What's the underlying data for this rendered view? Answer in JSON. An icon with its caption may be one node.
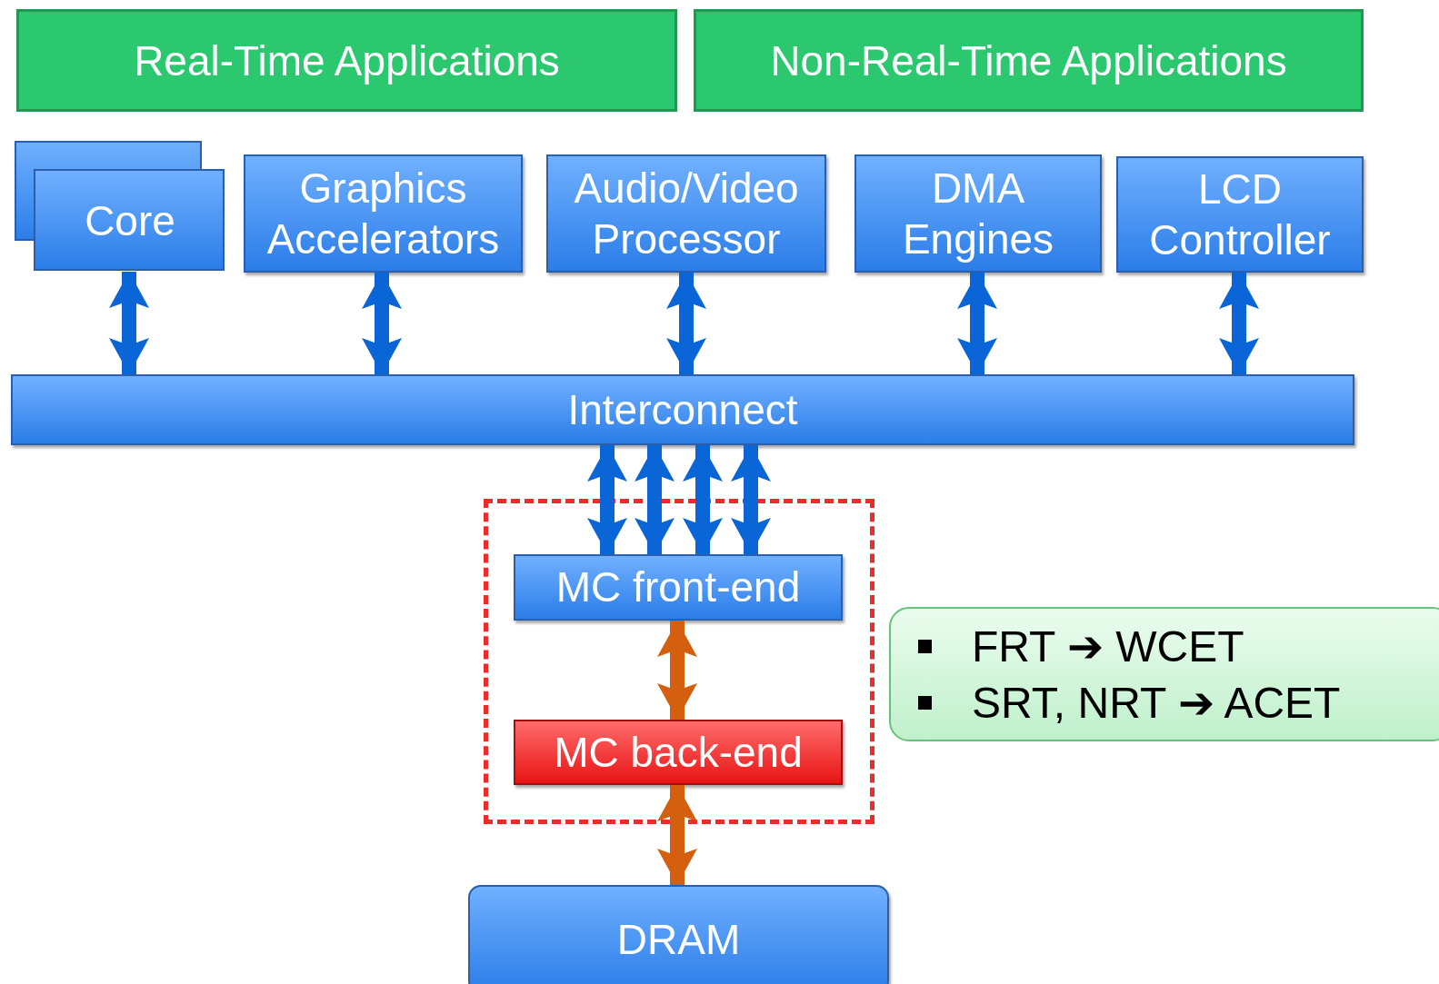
{
  "diagram": {
    "nodes": [
      {
        "text": [
          "Real-Time Applications"
        ]
      },
      {
        "text": [
          "Non-Real-Time Applications"
        ]
      },
      {
        "text": [
          "Core"
        ]
      },
      {
        "text": [
          "Graphics Accelerators"
        ]
      },
      {
        "text": [
          "Audio/Video Processor"
        ]
      },
      {
        "text": [
          "DMA Engines"
        ]
      },
      {
        "text": [
          "LCD Controller"
        ]
      },
      {
        "text": [
          "Interconnect"
        ]
      },
      {
        "text": [],
        "shape": "box"
      },
      {
        "text": [
          "MC front-end"
        ],
        "in": 8
      },
      {
        "text": [
          "MC back-end"
        ],
        "in": 8
      },
      {
        "text": [
          "DRAM"
        ]
      },
      {
        "text": [
          "FRT ➔ WCET",
          "SRT, NRT ➔ ACET"
        ]
      }
    ],
    "edges": [
      {
        "from": 2,
        "to": 7,
        "arrow": "both"
      },
      {
        "from": 3,
        "to": 7,
        "arrow": "both"
      },
      {
        "from": 4,
        "to": 7,
        "arrow": "both"
      },
      {
        "from": 5,
        "to": 7,
        "arrow": "both"
      },
      {
        "from": 6,
        "to": 7,
        "arrow": "both"
      },
      {
        "from": 7,
        "to": 9,
        "arrow": "both"
      },
      {
        "from": 7,
        "to": 9,
        "arrow": "both"
      },
      {
        "from": 7,
        "to": 9,
        "arrow": "both"
      },
      {
        "from": 7,
        "to": 9,
        "arrow": "both"
      },
      {
        "from": 9,
        "to": 10,
        "arrow": "both",
        "color": "#d4600f"
      },
      {
        "from": 10,
        "to": 11,
        "arrow": "both",
        "color": "#d4600f"
      }
    ]
  }
}
